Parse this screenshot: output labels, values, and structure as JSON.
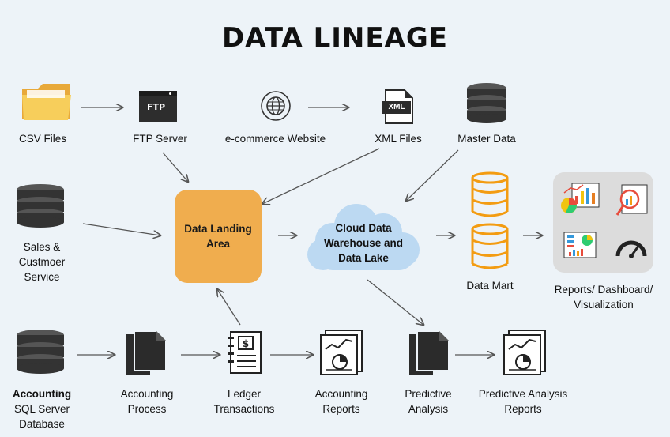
{
  "title": "DATA LINEAGE",
  "nodes": {
    "csv_files": "CSV Files",
    "ftp_server": "FTP Server",
    "ftp_icon_text": "FTP",
    "ecommerce_website": "e-commerce Website",
    "xml_files": "XML Files",
    "xml_icon_text": "XML",
    "master_data": "Master Data",
    "sales_service_line1": "Sales &",
    "sales_service_line2": "Custmoer",
    "sales_service_line3": "Service",
    "data_landing_line1": "Data Landing",
    "data_landing_line2": "Area",
    "cloud_line1": "Cloud Data",
    "cloud_line2": "Warehouse and",
    "cloud_line3": "Data Lake",
    "data_mart": "Data Mart",
    "reports_line1": "Reports/ Dashboard/",
    "reports_line2": "Visualization",
    "accounting_db_line1": "Accounting",
    "accounting_db_line2": "SQL Server",
    "accounting_db_line3": "Database",
    "accounting_process_line1": "Accounting",
    "accounting_process_line2": "Process",
    "ledger_line1": "Ledger",
    "ledger_line2": "Transactions",
    "accounting_reports_line1": "Accounting",
    "accounting_reports_line2": "Reports",
    "predictive_line1": "Predictive",
    "predictive_line2": "Analysis",
    "predictive_reports_line1": "Predictive Analysis",
    "predictive_reports_line2": "Reports"
  },
  "colors": {
    "folder": "#f5c542",
    "landing": "#f0ad4e",
    "cloud": "#bcd9f2",
    "datamart": "#f39c12",
    "db": "#3a3a3a",
    "arrow": "#555555"
  }
}
